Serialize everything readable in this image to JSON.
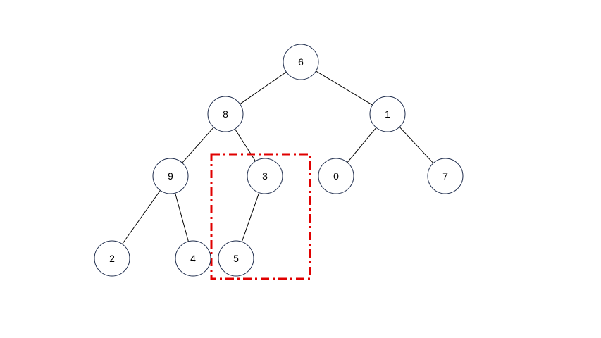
{
  "tree": {
    "nodes": [
      {
        "id": "n6",
        "label": "6"
      },
      {
        "id": "n8",
        "label": "8"
      },
      {
        "id": "n1",
        "label": "1"
      },
      {
        "id": "n9",
        "label": "9"
      },
      {
        "id": "n3",
        "label": "3"
      },
      {
        "id": "n0",
        "label": "0"
      },
      {
        "id": "n7",
        "label": "7"
      },
      {
        "id": "n2",
        "label": "2"
      },
      {
        "id": "n4",
        "label": "4"
      },
      {
        "id": "n5",
        "label": "5"
      }
    ],
    "edges": [
      {
        "from": "n6",
        "to": "n8"
      },
      {
        "from": "n6",
        "to": "n1"
      },
      {
        "from": "n8",
        "to": "n9"
      },
      {
        "from": "n8",
        "to": "n3"
      },
      {
        "from": "n1",
        "to": "n0"
      },
      {
        "from": "n1",
        "to": "n7"
      },
      {
        "from": "n9",
        "to": "n2"
      },
      {
        "from": "n9",
        "to": "n4"
      },
      {
        "from": "n3",
        "to": "n5"
      }
    ],
    "highlight": {
      "nodes": [
        "n3",
        "n5"
      ],
      "color": "#e00000",
      "style": "dash-dot"
    },
    "colors": {
      "node_stroke": "#1f2d4d",
      "edge": "#000000"
    }
  }
}
